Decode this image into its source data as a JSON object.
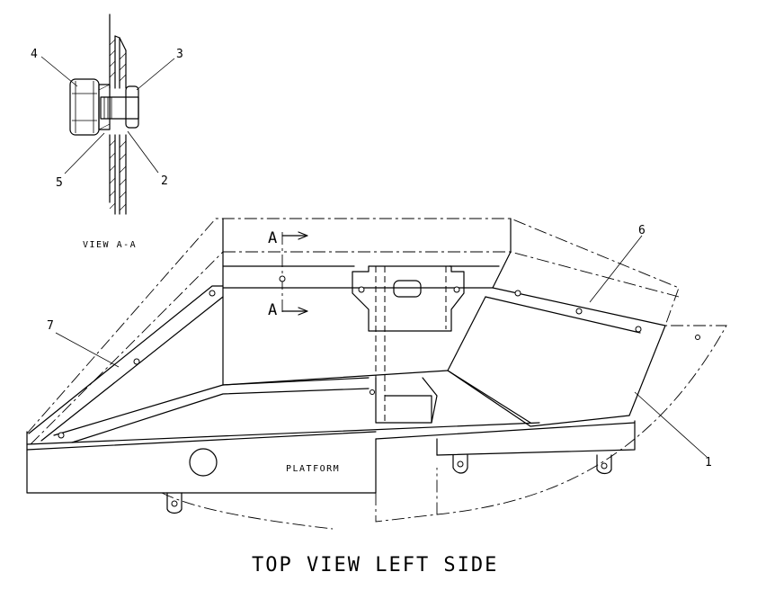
{
  "callouts": {
    "c1": "1",
    "c2": "2",
    "c3": "3",
    "c4": "4",
    "c5": "5",
    "c6": "6",
    "c7": "7"
  },
  "view_label": "VIEW A-A",
  "section_marker": "A",
  "platform_label": "PLATFORM",
  "drawing_title": "TOP VIEW LEFT SIDE"
}
